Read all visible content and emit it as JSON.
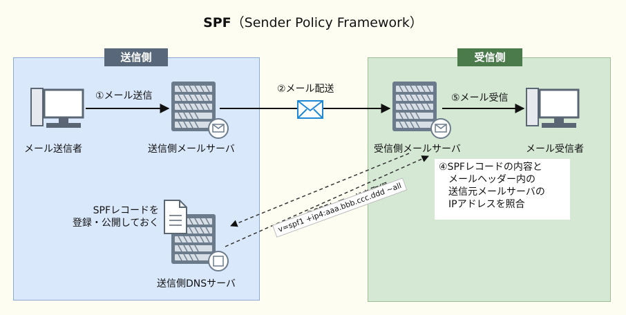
{
  "title": {
    "bold": "SPF",
    "rest": "（Sender Policy Framework）"
  },
  "zones": {
    "sender": "送信側",
    "receiver": "受信側"
  },
  "labels": {
    "mail_sender": "メール送信者",
    "sender_mail_server": "送信側メールサーバ",
    "receiver_mail_server": "受信側メールサーバ",
    "mail_receiver": "メール受信者",
    "sender_dns_server": "送信側DNSサーバ"
  },
  "steps": {
    "step1": "①メール送信",
    "step2": "②メール配送",
    "step3": "③SPFレコードを取得",
    "step5": "⑤メール受信"
  },
  "step4_lines": [
    "④SPFレコードの内容と",
    "メールヘッダー内の",
    "送信元メールサーバの",
    "IPアドレスを照合"
  ],
  "publish_lines": [
    "SPFレコードを",
    "登録・公開しておく"
  ],
  "spf_record": "v=spf1 +ip4:aaa.bbb.ccc.ddd ~all",
  "colors": {
    "sender_zone": "#dae8fc",
    "receiver_zone": "#d5e8d4",
    "sender_label": "#58687a",
    "receiver_label": "#4b7a4b",
    "server_body": "#6b7b8c"
  },
  "icons": [
    "pc-icon",
    "server-icon",
    "envelope-icon",
    "document-icon",
    "dns-server-icon"
  ]
}
